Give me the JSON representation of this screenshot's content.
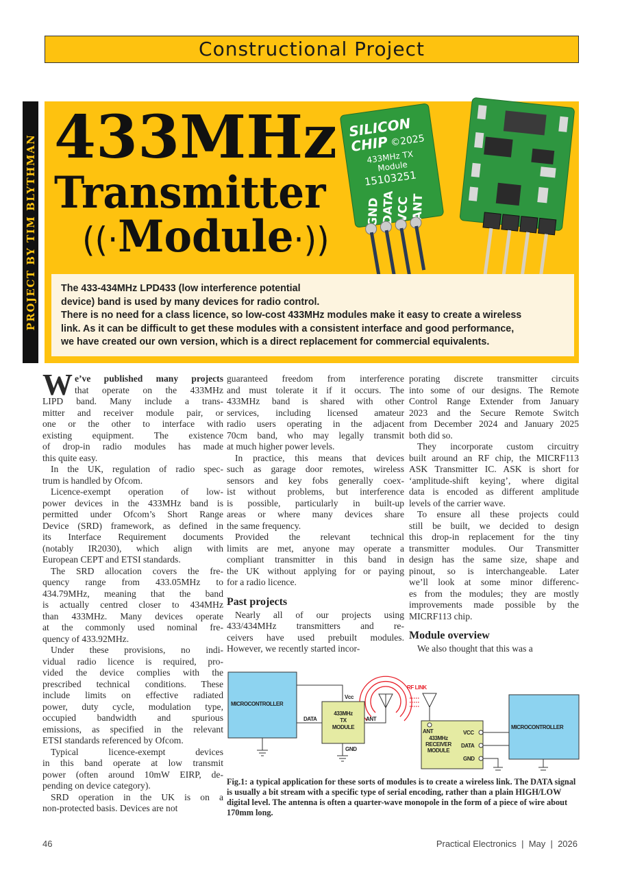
{
  "header": {
    "section": "Constructional Project"
  },
  "byline": "PROJECT BY TIM BLYTHMAN",
  "title": {
    "line1": "433MHz",
    "line2": "Transmitter",
    "line3": "Module",
    "wave_left": "((·",
    "wave_right": "·))"
  },
  "photo": {
    "board_labels": [
      "SILICON",
      "CHIP",
      "©2025",
      "433MHz TX",
      "Module",
      "15103251",
      "GND",
      "DATA",
      "VCC",
      "ANT"
    ]
  },
  "intro": [
    "The 433-434MHz LPD433 (low interference potential",
    "device) band is used by many devices for radio control.",
    "There is no need for a class licence, so low-cost 433MHz modules make it easy to create a wireless",
    "link. As it can be difficult to get these modules with a consistent interface and good performance,",
    "we have created our own version, which is a direct replacement for commercial equivalents."
  ],
  "columns": {
    "col1": {
      "drop_cap": "W",
      "first": [
        [
          "e’ve published many projects",
          "that operate on the 433MHz"
        ]
      ],
      "paras": [
        [
          "LIPD band. Many include a trans-",
          "mitter and receiver module pair, or",
          "one or the other to interface with",
          "existing equipment. The existence",
          "of drop-in radio modules has made",
          "this quite easy."
        ],
        [
          "In the UK, regulation of radio spec-",
          "trum is handled by Ofcom."
        ],
        [
          "Licence-exempt operation of low-",
          "power devices in the 433MHz band is",
          "permitted under Ofcom’s Short Range",
          "Device (SRD) framework, as defined in",
          "its Interface Requirement documents",
          "(notably IR2030), which align with",
          "European CEPT and ETSI standards."
        ],
        [
          "The SRD allocation covers  the fre-",
          "quency range from 433.05MHz to",
          "434.79MHz, meaning that the band",
          "is actually centred closer to 434MHz",
          "than 433MHz. Many devices operate",
          "at the commonly used nominal fre-",
          "quency of 433.92MHz."
        ],
        [
          "Under these provisions, no indi-",
          "vidual radio licence is required, pro-",
          "vided the device complies with the",
          "prescribed technical conditions. These",
          "include limits on effective radiated",
          "power, duty cycle, modulation type,",
          "occupied bandwidth and spurious",
          "emissions, as specified in the relevant",
          "ETSI standards referenced by Ofcom."
        ],
        [
          "Typical licence-exempt devices",
          "in this band operate at low transmit",
          "power (often around 10mW EIRP, de-",
          "pending on device category)."
        ],
        [
          "SRD operation in the UK is on a",
          "non-protected basis. Devices are not"
        ]
      ]
    },
    "col2": {
      "paras": [
        [
          "guaranteed freedom from interference",
          "and must tolerate it if it occurs. The",
          "433MHz band is shared with other",
          "services, including licensed amateur",
          "radio users operating in the adjacent",
          "70cm band, who may legally transmit",
          "at much higher power levels."
        ],
        [
          "In practice, this means that devices",
          "such as garage door remotes, wireless",
          "sensors and key fobs generally coex-",
          "ist without problems, but interference",
          "is possible, particularly in built-up",
          "areas or where many devices share",
          "the same frequency."
        ],
        [
          "Provided the relevant technical",
          "limits are met, anyone may operate a",
          "compliant transmitter in this band in",
          "the UK without applying for or paying",
          "for a radio licence."
        ]
      ],
      "heading": "Past projects",
      "paras2": [
        [
          "Nearly all of our projects using",
          "433/434MHz transmitters and re-",
          "ceivers have used prebuilt modules.",
          "However, we recently started incor-"
        ]
      ]
    },
    "col3": {
      "paras": [
        [
          "porating discrete transmitter circuits",
          "into some of our designs. The Remote",
          "Control Range Extender from January",
          "2023 and the Secure Remote Switch",
          "from December 2024 and January 2025",
          "both did so."
        ],
        [
          "They incorporate custom circuitry",
          "built around an RF chip, the MICRF113",
          "ASK Transmitter IC. ASK is short for",
          "‘amplitude-shift keying’, where digital",
          "data is encoded as different amplitude",
          "levels of the carrier wave."
        ],
        [
          "To ensure all these projects could",
          "still be built, we decided to design",
          "this drop-in replacement for the tiny",
          "transmitter modules. Our Transmitter",
          "design has the same size, shape and",
          "pinout, so is interchangeable. Later",
          "we’ll look at some minor differenc-",
          "es from the modules; they are mostly",
          "improvements made possible by the",
          "MICRF113 chip."
        ]
      ],
      "heading": "Module overview",
      "paras2": [
        [
          "We also thought that this was a"
        ]
      ]
    }
  },
  "diagram": {
    "mcu_left": "MICROCONTROLLER",
    "mcu_right": "MICROCONTROLLER",
    "tx_module": [
      "433MHz",
      "TX",
      "MODULE"
    ],
    "rx_module": [
      "433MHz",
      "RECEIVER",
      "MODULE"
    ],
    "labels": {
      "vcc_tx": "Vcc",
      "data_tx": "DATA",
      "ant_tx": "ANT",
      "gnd_tx": "GND",
      "rf_link": "RF LINK",
      "ant_rx": "ANT",
      "vcc_rx": "VCC",
      "data_rx": "DATA",
      "gnd_rx": "GND"
    },
    "colors": {
      "mcu": "#8dd3f0",
      "module": "#e5eba3",
      "rf": "#e8202a"
    }
  },
  "caption": "Fig.1: a typical application for these sorts of modules is to create a wireless link. The DATA signal is usually a bit stream with a specific type of serial encoding, rather than a plain HIGH/LOW digital level. The antenna is often a quarter-wave monopole in the form of a piece of wire about 170mm long.",
  "footer": {
    "page": "46",
    "publication": "Practical Electronics  |  May  |  2026"
  },
  "colors": {
    "accent_yellow": "#fec20f",
    "intro_bg": "#fdf4df",
    "pcb_green": "#2f9a3c"
  }
}
